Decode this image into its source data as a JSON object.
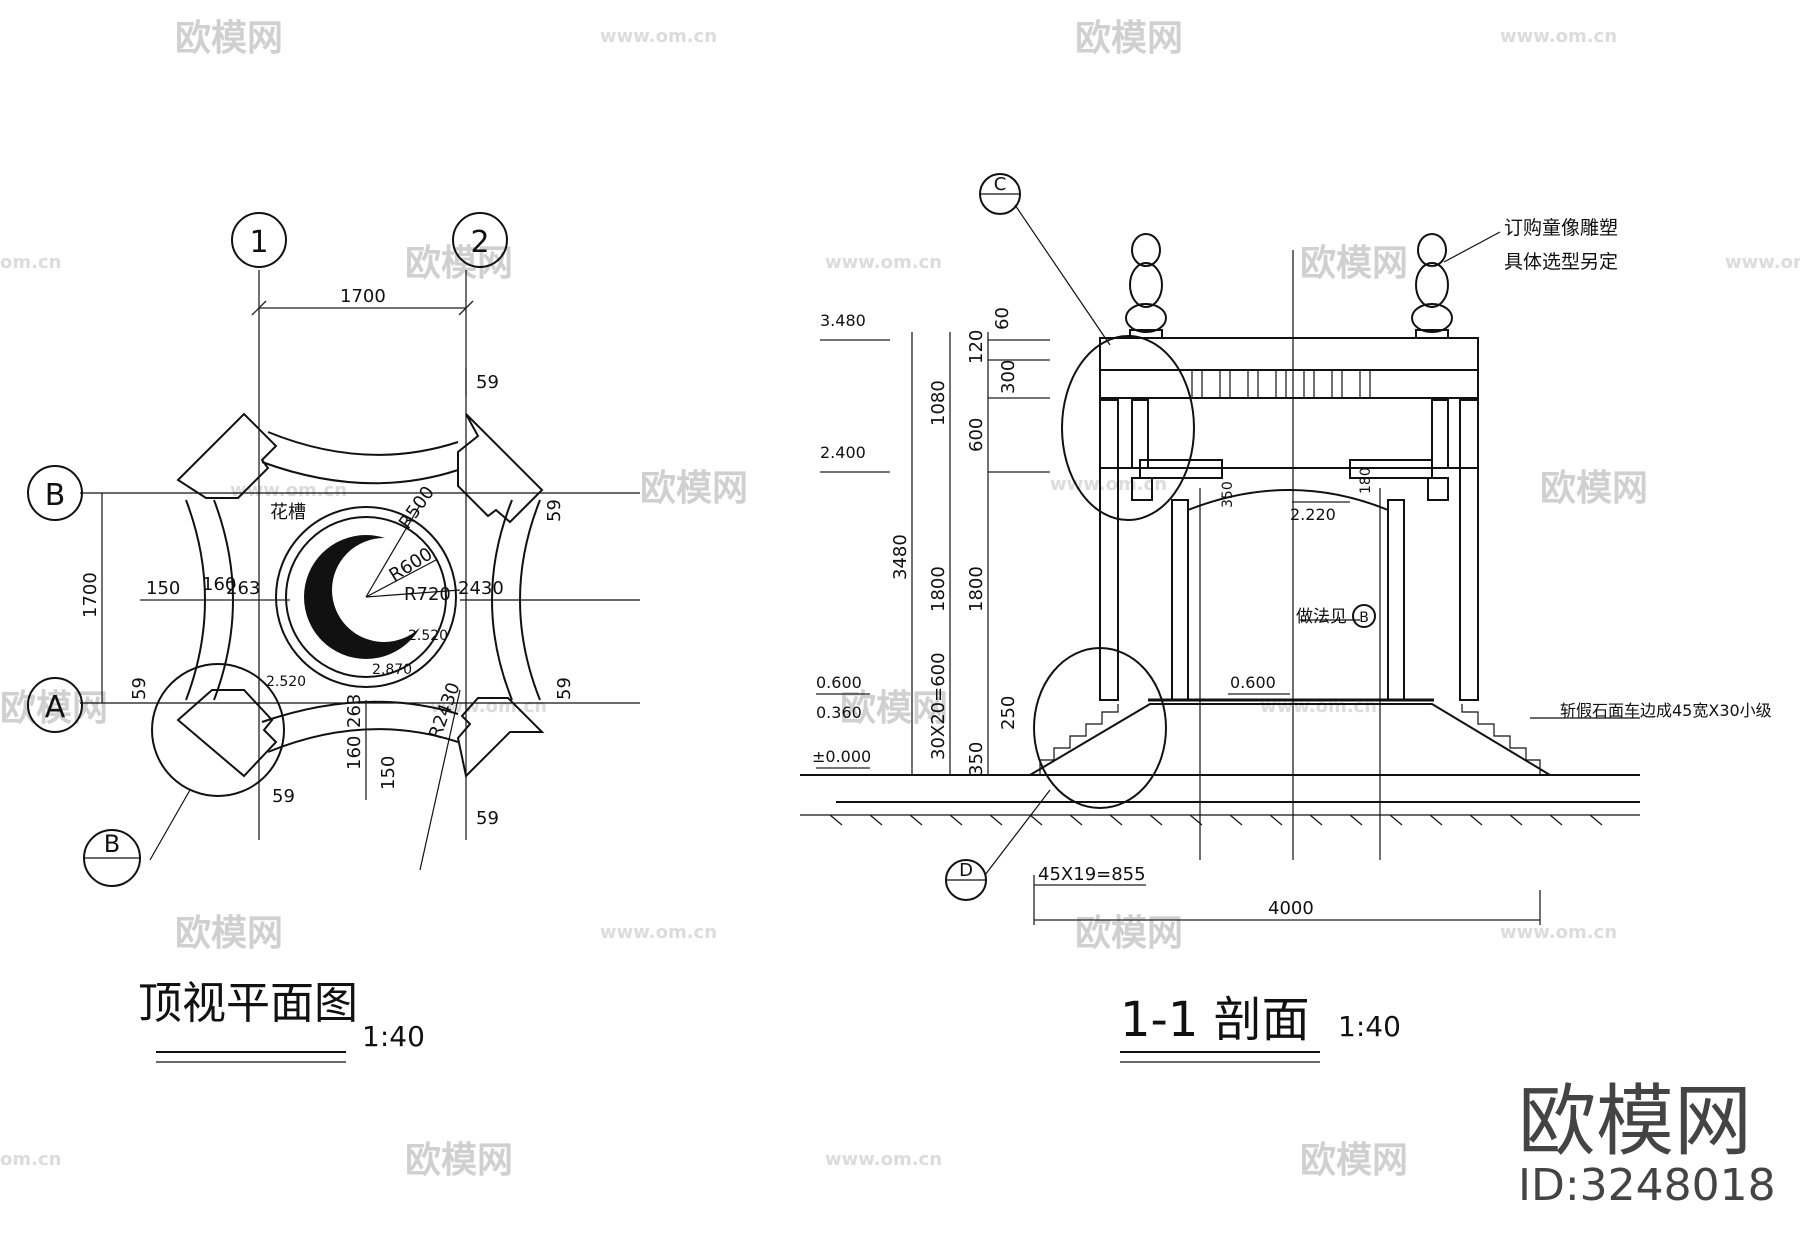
{
  "watermark": {
    "brand": "欧模网",
    "url": "www.om.cn",
    "url_short": "om.cn"
  },
  "plan": {
    "axes": [
      "1",
      "2",
      "B",
      "A"
    ],
    "title": "顶视平面图",
    "scale": "1:40",
    "label_planter": "花槽",
    "dims": {
      "d1700_top": "1700",
      "d1700_left": "1700",
      "d59": "59",
      "d150": "150",
      "d160": "160",
      "d263": "263",
      "d2430": "2430",
      "r500": "R500",
      "r600": "R600",
      "r720": "R720",
      "r2430": "R2430",
      "e2520": "2.520",
      "e2870": "2.870"
    },
    "detail_callout": "B"
  },
  "section": {
    "callout_c": "C",
    "callout_d": "D",
    "callout_b": "B",
    "title": "1-1 剖面",
    "scale": "1:40",
    "note_sculpture_1": "订购童像雕塑",
    "note_sculpture_2": "具体选型另定",
    "note_method": "做法见",
    "note_stone": "斩假石面车边成45宽X30小级",
    "levels": {
      "l3480": "3.480",
      "l2400": "2.400",
      "l0600": "0.600",
      "l0360": "0.360",
      "l0000": "±0.000",
      "l2220": "2.220",
      "l0600b": "0.600"
    },
    "dims": {
      "d60": "60",
      "d120": "120",
      "d300": "300",
      "d600": "600",
      "d1080": "1080",
      "d3480": "3480",
      "d1800a": "1800",
      "d1800b": "1800",
      "d30x20": "30X20=600",
      "d250": "250",
      "d350a": "350",
      "d350b": "350",
      "d180": "180",
      "d45x19": "45X19=855",
      "d4000": "4000"
    }
  },
  "logo": {
    "brand": "欧模网",
    "id": "ID:3248018"
  }
}
